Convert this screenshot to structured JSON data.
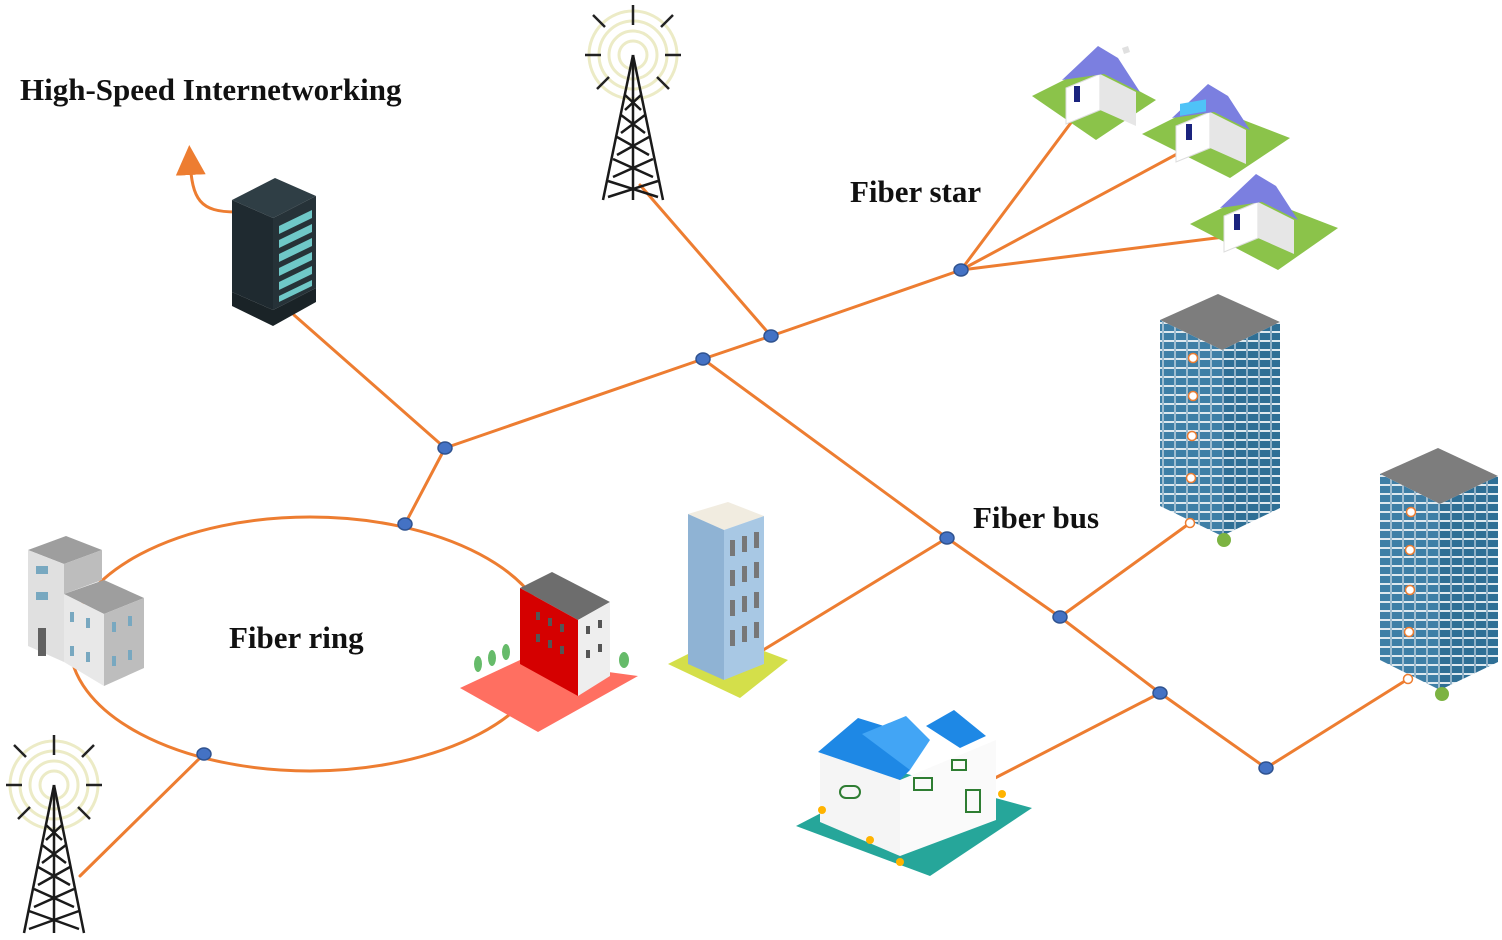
{
  "title": "High-Speed Internetworking",
  "labels": {
    "fiber_star": "Fiber star",
    "fiber_ring": "Fiber ring",
    "fiber_bus": "Fiber bus"
  },
  "colors": {
    "fiber_line": "#ED7D31",
    "node_fill": "#4472C4",
    "node_stroke": "#2F528F",
    "riser_node_fill": "#FFFFFF"
  },
  "topologies": [
    {
      "name": "Fiber star",
      "endpoints": [
        "house-1",
        "house-2",
        "house-3"
      ]
    },
    {
      "name": "Fiber ring",
      "endpoints": [
        "gray-office-building",
        "red-apartment-building"
      ]
    },
    {
      "name": "Fiber bus",
      "endpoints": [
        "blue-midrise-building",
        "glass-tower-1",
        "villa-house",
        "glass-tower-2"
      ]
    }
  ],
  "devices": [
    {
      "id": "server-rack",
      "type": "server",
      "uplink": "High-Speed Internetworking"
    },
    {
      "id": "cell-tower-top",
      "type": "cell-tower"
    },
    {
      "id": "cell-tower-bottom",
      "type": "cell-tower"
    }
  ]
}
